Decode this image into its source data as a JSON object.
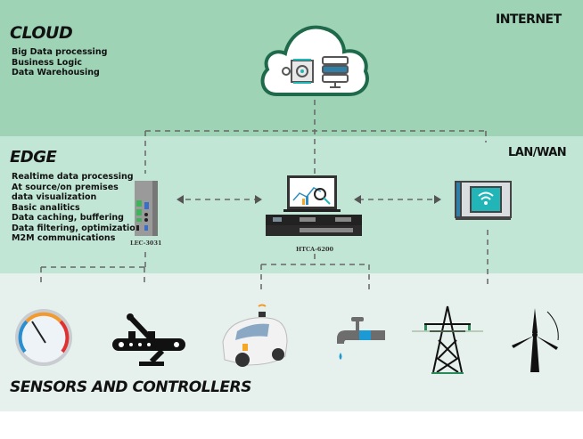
{
  "cloud": {
    "title": "CLOUD",
    "zone_label": "INTERNET",
    "items": [
      "Big Data processing",
      "Business Logic",
      "Data Warehousing"
    ],
    "icons": [
      "cloud-icon",
      "processor-gear-icon",
      "server-database-icon"
    ]
  },
  "edge": {
    "title": "EDGE",
    "zone_label": "LAN/WAN",
    "items": [
      "Realtime data processing",
      "At source/on premises",
      "data visualization",
      "Basic analitics",
      "Data caching, buffering",
      "Data filtering, optimization",
      "M2M communications"
    ],
    "devices": [
      {
        "name": "LEC-3031",
        "icon": "industrial-pc-icon"
      },
      {
        "name": "HTCA-6200",
        "icon": "rack-server-laptop-icon"
      },
      {
        "name": "",
        "icon": "wifi-gateway-icon"
      }
    ]
  },
  "sensors": {
    "title": "SENSORS AND CONTROLLERS",
    "icons": [
      "gauge-icon",
      "robot-arm-conveyor-icon",
      "autonomous-car-icon",
      "water-tap-icon",
      "power-pylon-icon",
      "wind-turbine-icon"
    ]
  },
  "colors": {
    "cloud_band": "#9ed3b5",
    "edge_band": "#c2e6d5",
    "sensor_band": "#e6f0ec",
    "cloud_outline": "#1e6a4a",
    "accent_teal": "#22b5b8",
    "accent_blue": "#1b9ad6",
    "dash": "#666666"
  }
}
